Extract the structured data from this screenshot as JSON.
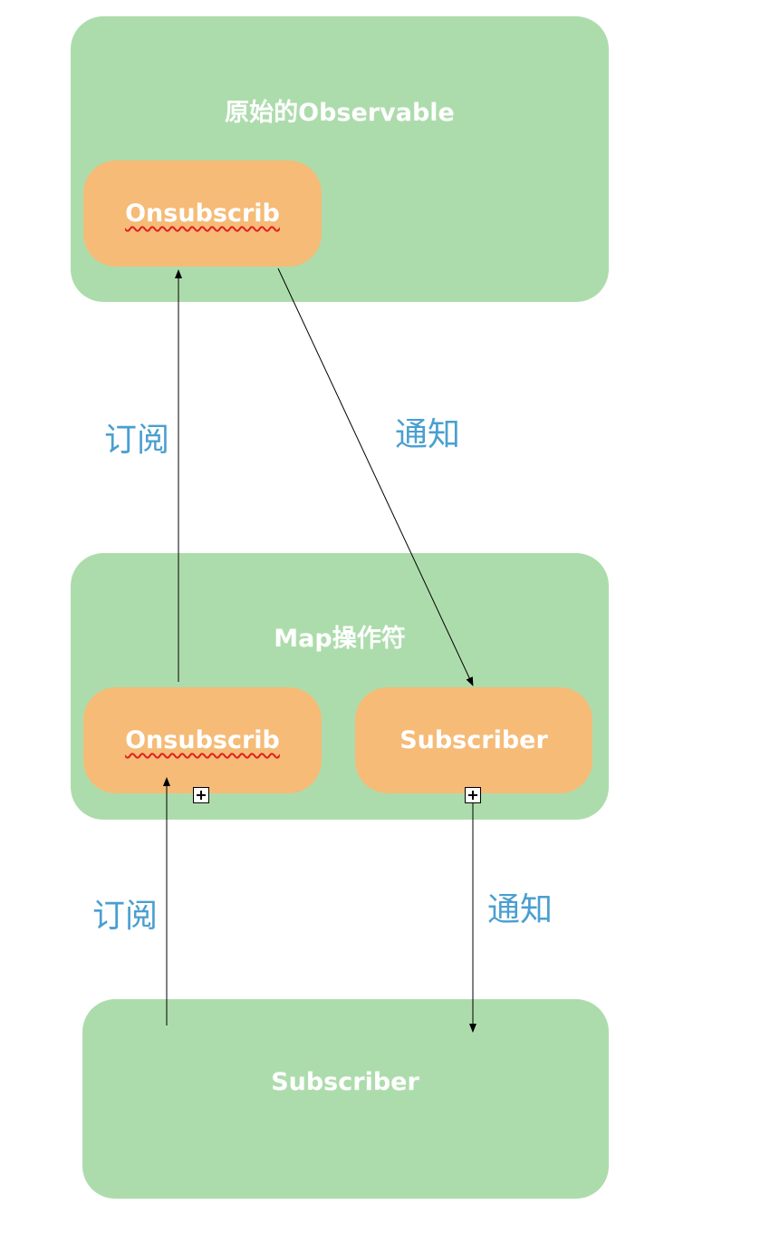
{
  "observable": {
    "title": "原始的Observable",
    "onsubscribe": "Onsubscrib"
  },
  "map_operator": {
    "title": "Map操作符",
    "onsubscribe": "Onsubscrib",
    "subscriber": "Subscriber"
  },
  "subscriber_box": {
    "title": "Subscriber"
  },
  "edges": {
    "subscribe_upper": "订阅",
    "notify_upper": "通知",
    "subscribe_lower": "订阅",
    "notify_lower": "通知"
  },
  "colors": {
    "container": "#addcac",
    "node": "#f5bb77",
    "edge_label": "#4a9fd0",
    "text": "#ffffff",
    "spellcheck_underline": "#e02020"
  }
}
